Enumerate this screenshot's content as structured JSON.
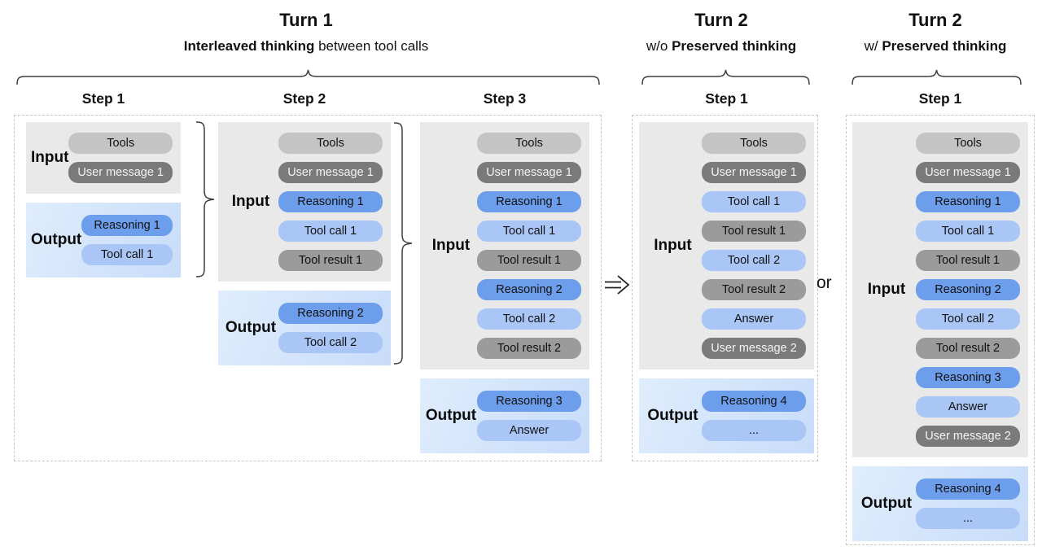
{
  "headers": [
    {
      "title": "Turn 1",
      "subtitle_pre": "",
      "subtitle_bold": "Interleaved thinking",
      "subtitle_post": " between tool calls"
    },
    {
      "title": "Turn 2",
      "subtitle_pre": "w/o ",
      "subtitle_bold": "Preserved thinking",
      "subtitle_post": ""
    },
    {
      "title": "Turn 2",
      "subtitle_pre": "w/ ",
      "subtitle_bold": "Preserved thinking",
      "subtitle_post": ""
    }
  ],
  "connectors": {
    "arrow_icon": "double-arrow-right",
    "or_label": "or"
  },
  "pill_colors": {
    "tools": "#c4c4c4",
    "user": "#7a7a7a",
    "reasoning": "#6d9eeb",
    "toolcall": "#a9c6f6",
    "toolresult": "#9b9b9b",
    "answer": "#a9c6f6",
    "ellipsis": "#a9c6f6"
  },
  "columns": [
    {
      "step": "Step 1",
      "input_label": "Input",
      "output_label": "Output",
      "input_pills": [
        {
          "text": "Tools",
          "type": "tools"
        },
        {
          "text": "User message 1",
          "type": "user"
        }
      ],
      "output_pills": [
        {
          "text": "Reasoning 1",
          "type": "reasoning"
        },
        {
          "text": "Tool call 1",
          "type": "toolcall"
        }
      ]
    },
    {
      "step": "Step 2",
      "input_label": "Input",
      "output_label": "Output",
      "input_pills": [
        {
          "text": "Tools",
          "type": "tools"
        },
        {
          "text": "User message 1",
          "type": "user"
        },
        {
          "text": "Reasoning 1",
          "type": "reasoning"
        },
        {
          "text": "Tool call 1",
          "type": "toolcall"
        },
        {
          "text": "Tool result 1",
          "type": "toolresult"
        }
      ],
      "output_pills": [
        {
          "text": "Reasoning 2",
          "type": "reasoning"
        },
        {
          "text": "Tool call 2",
          "type": "toolcall"
        }
      ]
    },
    {
      "step": "Step 3",
      "input_label": "Input",
      "output_label": "Output",
      "input_pills": [
        {
          "text": "Tools",
          "type": "tools"
        },
        {
          "text": "User message 1",
          "type": "user"
        },
        {
          "text": "Reasoning 1",
          "type": "reasoning"
        },
        {
          "text": "Tool call 1",
          "type": "toolcall"
        },
        {
          "text": "Tool result 1",
          "type": "toolresult"
        },
        {
          "text": "Reasoning 2",
          "type": "reasoning"
        },
        {
          "text": "Tool call 2",
          "type": "toolcall"
        },
        {
          "text": "Tool result 2",
          "type": "toolresult"
        }
      ],
      "output_pills": [
        {
          "text": "Reasoning 3",
          "type": "reasoning"
        },
        {
          "text": "Answer",
          "type": "answer"
        }
      ]
    },
    {
      "step": "Step 1",
      "input_label": "Input",
      "output_label": "Output",
      "input_pills": [
        {
          "text": "Tools",
          "type": "tools"
        },
        {
          "text": "User message 1",
          "type": "user"
        },
        {
          "text": "Tool call 1",
          "type": "toolcall"
        },
        {
          "text": "Tool result 1",
          "type": "toolresult"
        },
        {
          "text": "Tool call 2",
          "type": "toolcall"
        },
        {
          "text": "Tool result 2",
          "type": "toolresult"
        },
        {
          "text": "Answer",
          "type": "answer"
        },
        {
          "text": "User message 2",
          "type": "user"
        }
      ],
      "output_pills": [
        {
          "text": "Reasoning 4",
          "type": "reasoning"
        },
        {
          "text": "...",
          "type": "ellipsis"
        }
      ]
    },
    {
      "step": "Step 1",
      "input_label": "Input",
      "output_label": "Output",
      "input_pills": [
        {
          "text": "Tools",
          "type": "tools"
        },
        {
          "text": "User message 1",
          "type": "user"
        },
        {
          "text": "Reasoning 1",
          "type": "reasoning"
        },
        {
          "text": "Tool call 1",
          "type": "toolcall"
        },
        {
          "text": "Tool result 1",
          "type": "toolresult"
        },
        {
          "text": "Reasoning 2",
          "type": "reasoning"
        },
        {
          "text": "Tool call 2",
          "type": "toolcall"
        },
        {
          "text": "Tool result 2",
          "type": "toolresult"
        },
        {
          "text": "Reasoning 3",
          "type": "reasoning"
        },
        {
          "text": "Answer",
          "type": "answer"
        },
        {
          "text": "User message 2",
          "type": "user"
        }
      ],
      "output_pills": [
        {
          "text": "Reasoning 4",
          "type": "reasoning"
        },
        {
          "text": "...",
          "type": "ellipsis"
        }
      ]
    }
  ]
}
